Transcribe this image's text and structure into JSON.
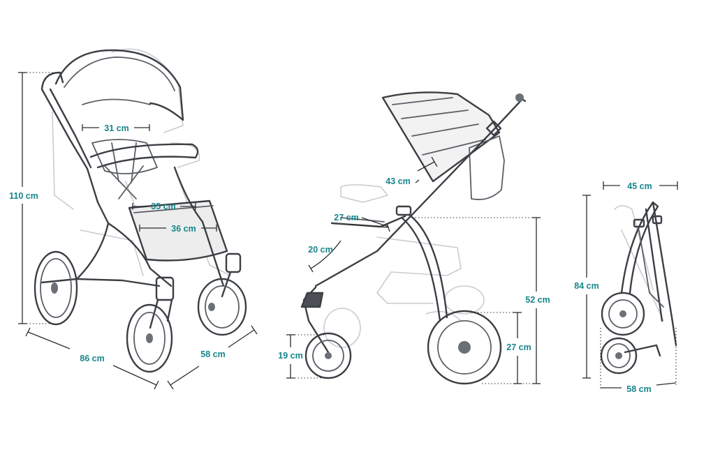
{
  "colors": {
    "label": "#17868c",
    "line": "#3b3f44",
    "faint": "#c9ccd0",
    "background": "#ffffff"
  },
  "dimensions": {
    "front_height": "110 cm",
    "front_length": "86 cm",
    "front_width": "58 cm",
    "canopy_width": "31 cm",
    "seat_width": "35 cm",
    "footrest_width": "36 cm",
    "backrest_length": "43 cm",
    "seat_depth": "27 cm",
    "footrest_length": "20 cm",
    "front_wheel": "19 cm",
    "rear_wheel": "27 cm",
    "seat_height": "52 cm",
    "folded_width": "45 cm",
    "folded_height": "84 cm",
    "folded_length": "58 cm"
  }
}
